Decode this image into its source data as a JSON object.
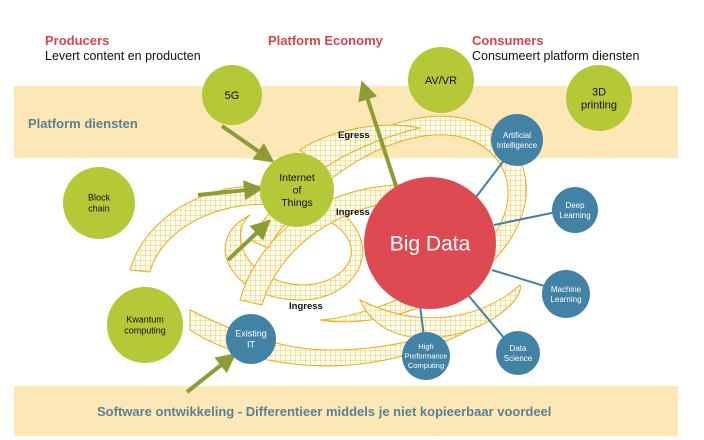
{
  "headers": {
    "producers": {
      "title": "Producers",
      "subtitle": "Levert content en producten"
    },
    "platform_economy": {
      "title": "Platform Economy"
    },
    "consumers": {
      "title": "Consumers",
      "subtitle": "Consumeert platform diensten"
    }
  },
  "bands": {
    "platform": "Platform diensten",
    "software": "Software ontwikkeling - Differentieer middels je niet kopieerbaar voordeel"
  },
  "edge_labels": {
    "egress": "Egress",
    "ingress_1": "Ingress",
    "ingress_2": "Ingress"
  },
  "nodes": {
    "fiveg": [
      "5G"
    ],
    "avvr": [
      "AV/VR"
    ],
    "printing": [
      "3D",
      "printing"
    ],
    "blockchain": [
      "Block",
      "chain"
    ],
    "iot": [
      "Internet",
      "of",
      "Things"
    ],
    "kwantum": [
      "Kwantum",
      "computing"
    ],
    "existing_it": [
      "Existing",
      "IT"
    ],
    "bigdata": [
      "Big Data"
    ],
    "ai": [
      "Artificial",
      "Intelligence"
    ],
    "deep": [
      "Deep",
      "Learning"
    ],
    "machine": [
      "Machine",
      "Learning"
    ],
    "datasci": [
      "Data",
      "Science"
    ],
    "hpc": [
      "High",
      "Preformance",
      "Computing"
    ]
  },
  "colors": {
    "band": "#fce8b6",
    "green": "#b5c837",
    "blue": "#4182a5",
    "red": "#dd4a52",
    "arrow": "#8f9b35",
    "mesh": "#f5c03a",
    "heading_red": "#d6454b",
    "band_text": "#5b7f94"
  }
}
